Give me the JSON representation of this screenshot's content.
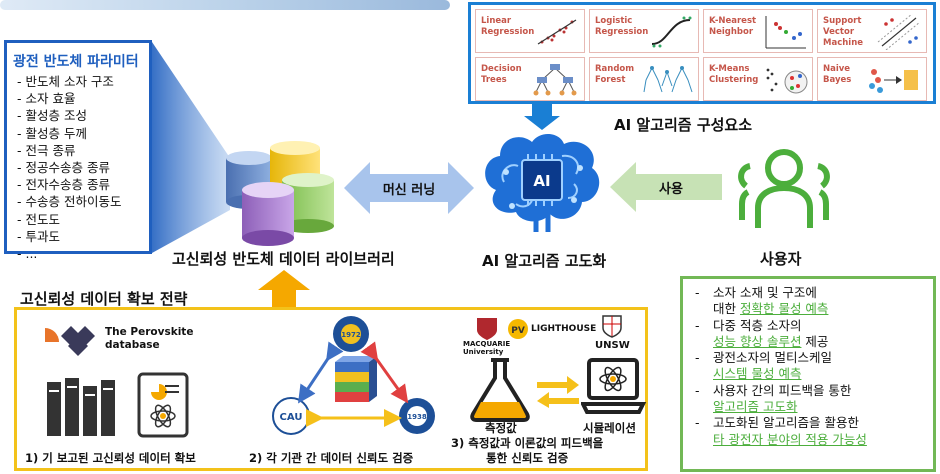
{
  "parameters": {
    "title": "광전 반도체 파라미터",
    "items": [
      "- 반도체 소자 구조",
      "- 소자 효율",
      "- 활성층 조성",
      "- 활성층 두께",
      "- 전극 종류",
      "- 정공수송층 종류",
      "- 전자수송층 종류",
      "- 수송층 전하이동도",
      "- 전도도",
      "- 투과도",
      "- ..."
    ]
  },
  "library_label": "고신뢰성 반도체 데이터 라이브러리",
  "machine_learning_label": "머신 러닝",
  "ai_chip_label": "AI",
  "ai_advance_label": "AI 알고리즘 고도화",
  "usage_label": "사용",
  "user_label": "사용자",
  "algorithms": {
    "title": "AI 알고리즘 구성요소",
    "items": [
      {
        "name": "Linear\nRegression"
      },
      {
        "name": "Logistic\nRegression"
      },
      {
        "name": "K-Nearest\nNeighbor"
      },
      {
        "name": "Support\nVector\nMachine"
      },
      {
        "name": "Decision\nTrees"
      },
      {
        "name": "Random\nForest"
      },
      {
        "name": "K-Means\nClustering"
      },
      {
        "name": "Naive\nBayes"
      }
    ]
  },
  "strategy": {
    "title": "고신뢰성 데이터 확보 전략",
    "perovskite_db": "The Perovskite\ndatabase",
    "step1": "1) 기 보고된 고신뢰성 데이터 확보",
    "step2": "2) 각 기관 간 데이터 신뢰도 검증",
    "step3": "3) 측정값과 이론값의 피드백을\n통한 신뢰도 검증",
    "measured": "측정값",
    "simulation": "시뮬레이션",
    "macquarie": "MACQUARIE\nUniversity",
    "lighthouse": "LIGHTHOUSE",
    "unsw": "UNSW",
    "cau": "CAU",
    "year_1972": "1972",
    "year_1938": "1938"
  },
  "user_benefits": [
    {
      "plain": "소자 소재 및 구조에",
      "cont": "대한 ",
      "green": "정확한 물성 예측",
      "after": ""
    },
    {
      "plain": "다중 적층 소자의",
      "cont": "",
      "green": "성능 향상 솔루션",
      "after": " 제공"
    },
    {
      "plain": "광전소자의 멀티스케일",
      "cont": "",
      "green": "시스템 물성 예측",
      "after": ""
    },
    {
      "plain": "사용자 간의 피드백을 통한",
      "cont": "",
      "green": "알고리즘 고도화",
      "after": ""
    },
    {
      "plain": "고도화된 알고리즘을 활용한",
      "cont": "",
      "green": "타 광전자 분야의 적용 가능성",
      "after": ""
    }
  ],
  "colors": {
    "blue": "#1f5fbf",
    "yellow": "#f3c21a",
    "green": "#72b856",
    "orange": "#f5a800"
  }
}
